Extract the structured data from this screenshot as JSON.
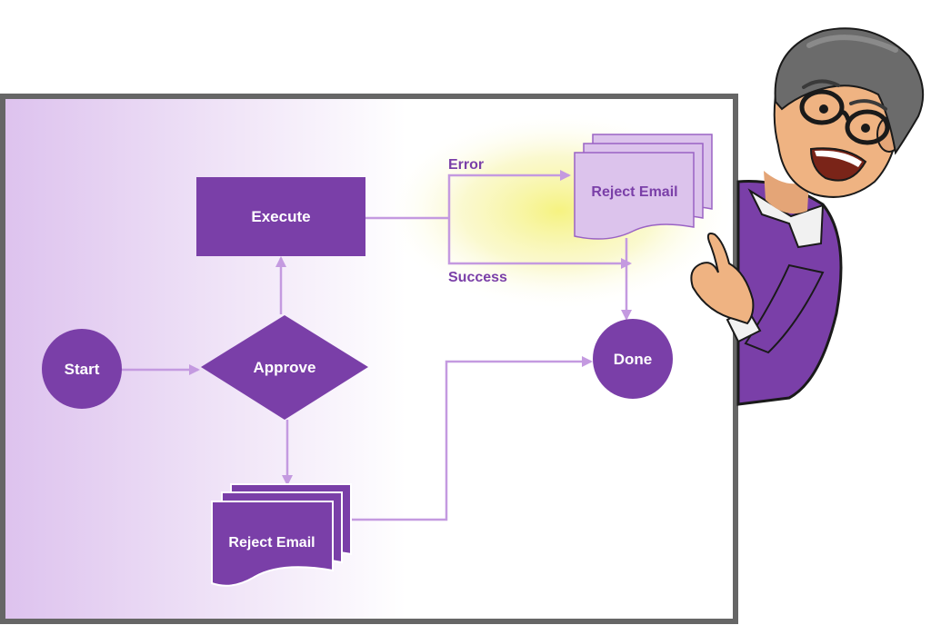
{
  "diagram": {
    "nodes": {
      "start": "Start",
      "approve": "Approve",
      "execute": "Execute",
      "reject_bottom": "Reject Email",
      "reject_top": "Reject Email",
      "done": "Done"
    },
    "edges": {
      "error": "Error",
      "success": "Success"
    }
  },
  "colors": {
    "node_fill": "#7a3fa8",
    "node_text": "#ffffff",
    "light_doc": "#dcc3ec",
    "connector": "#c49ae0",
    "edge_label": "#7a3fa8",
    "frame": "#666666",
    "highlight": "#f4f07a"
  }
}
